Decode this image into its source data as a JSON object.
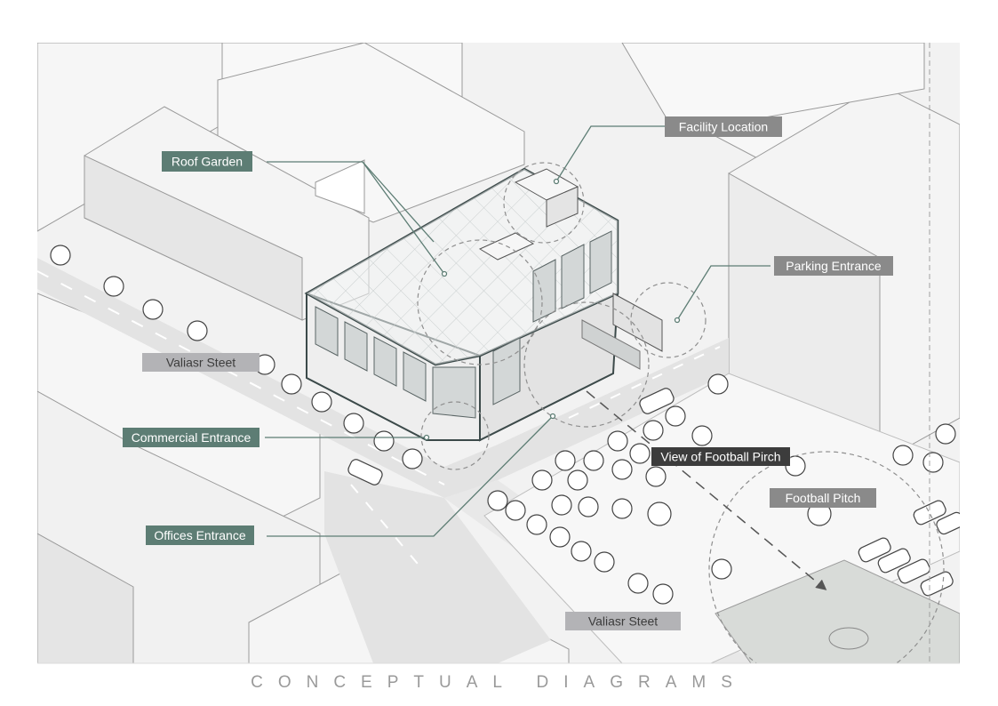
{
  "diagram": {
    "footer_title": "CONCEPTUAL DIAGRAMS",
    "colors": {
      "label_green": "#5d7d74",
      "label_gray": "#8a8a8a",
      "label_light_gray": "#b3b3b6",
      "label_dark": "#3c3c3c",
      "leader_line": "#5d7d74",
      "building_outline": "#3c4a4a",
      "ground": "#f3f3f3",
      "block_top": "#f7f7f7",
      "block_side": "#e9e9e9",
      "pitch": "#d9dcd9"
    },
    "labels": {
      "facility_location": "Facility Location",
      "roof_garden": "Roof Garden",
      "parking_entrance": "Parking Entrance",
      "valiasr_street_left": "Valiasr Steet",
      "commercial_entrance": "Commercial Entrance",
      "view_of_football_pitch": "View of Football Pirch",
      "football_pitch": "Football Pitch",
      "offices_entrance": "Offices Entrance",
      "valiasr_street_bottom": "Valiasr Steet"
    }
  }
}
